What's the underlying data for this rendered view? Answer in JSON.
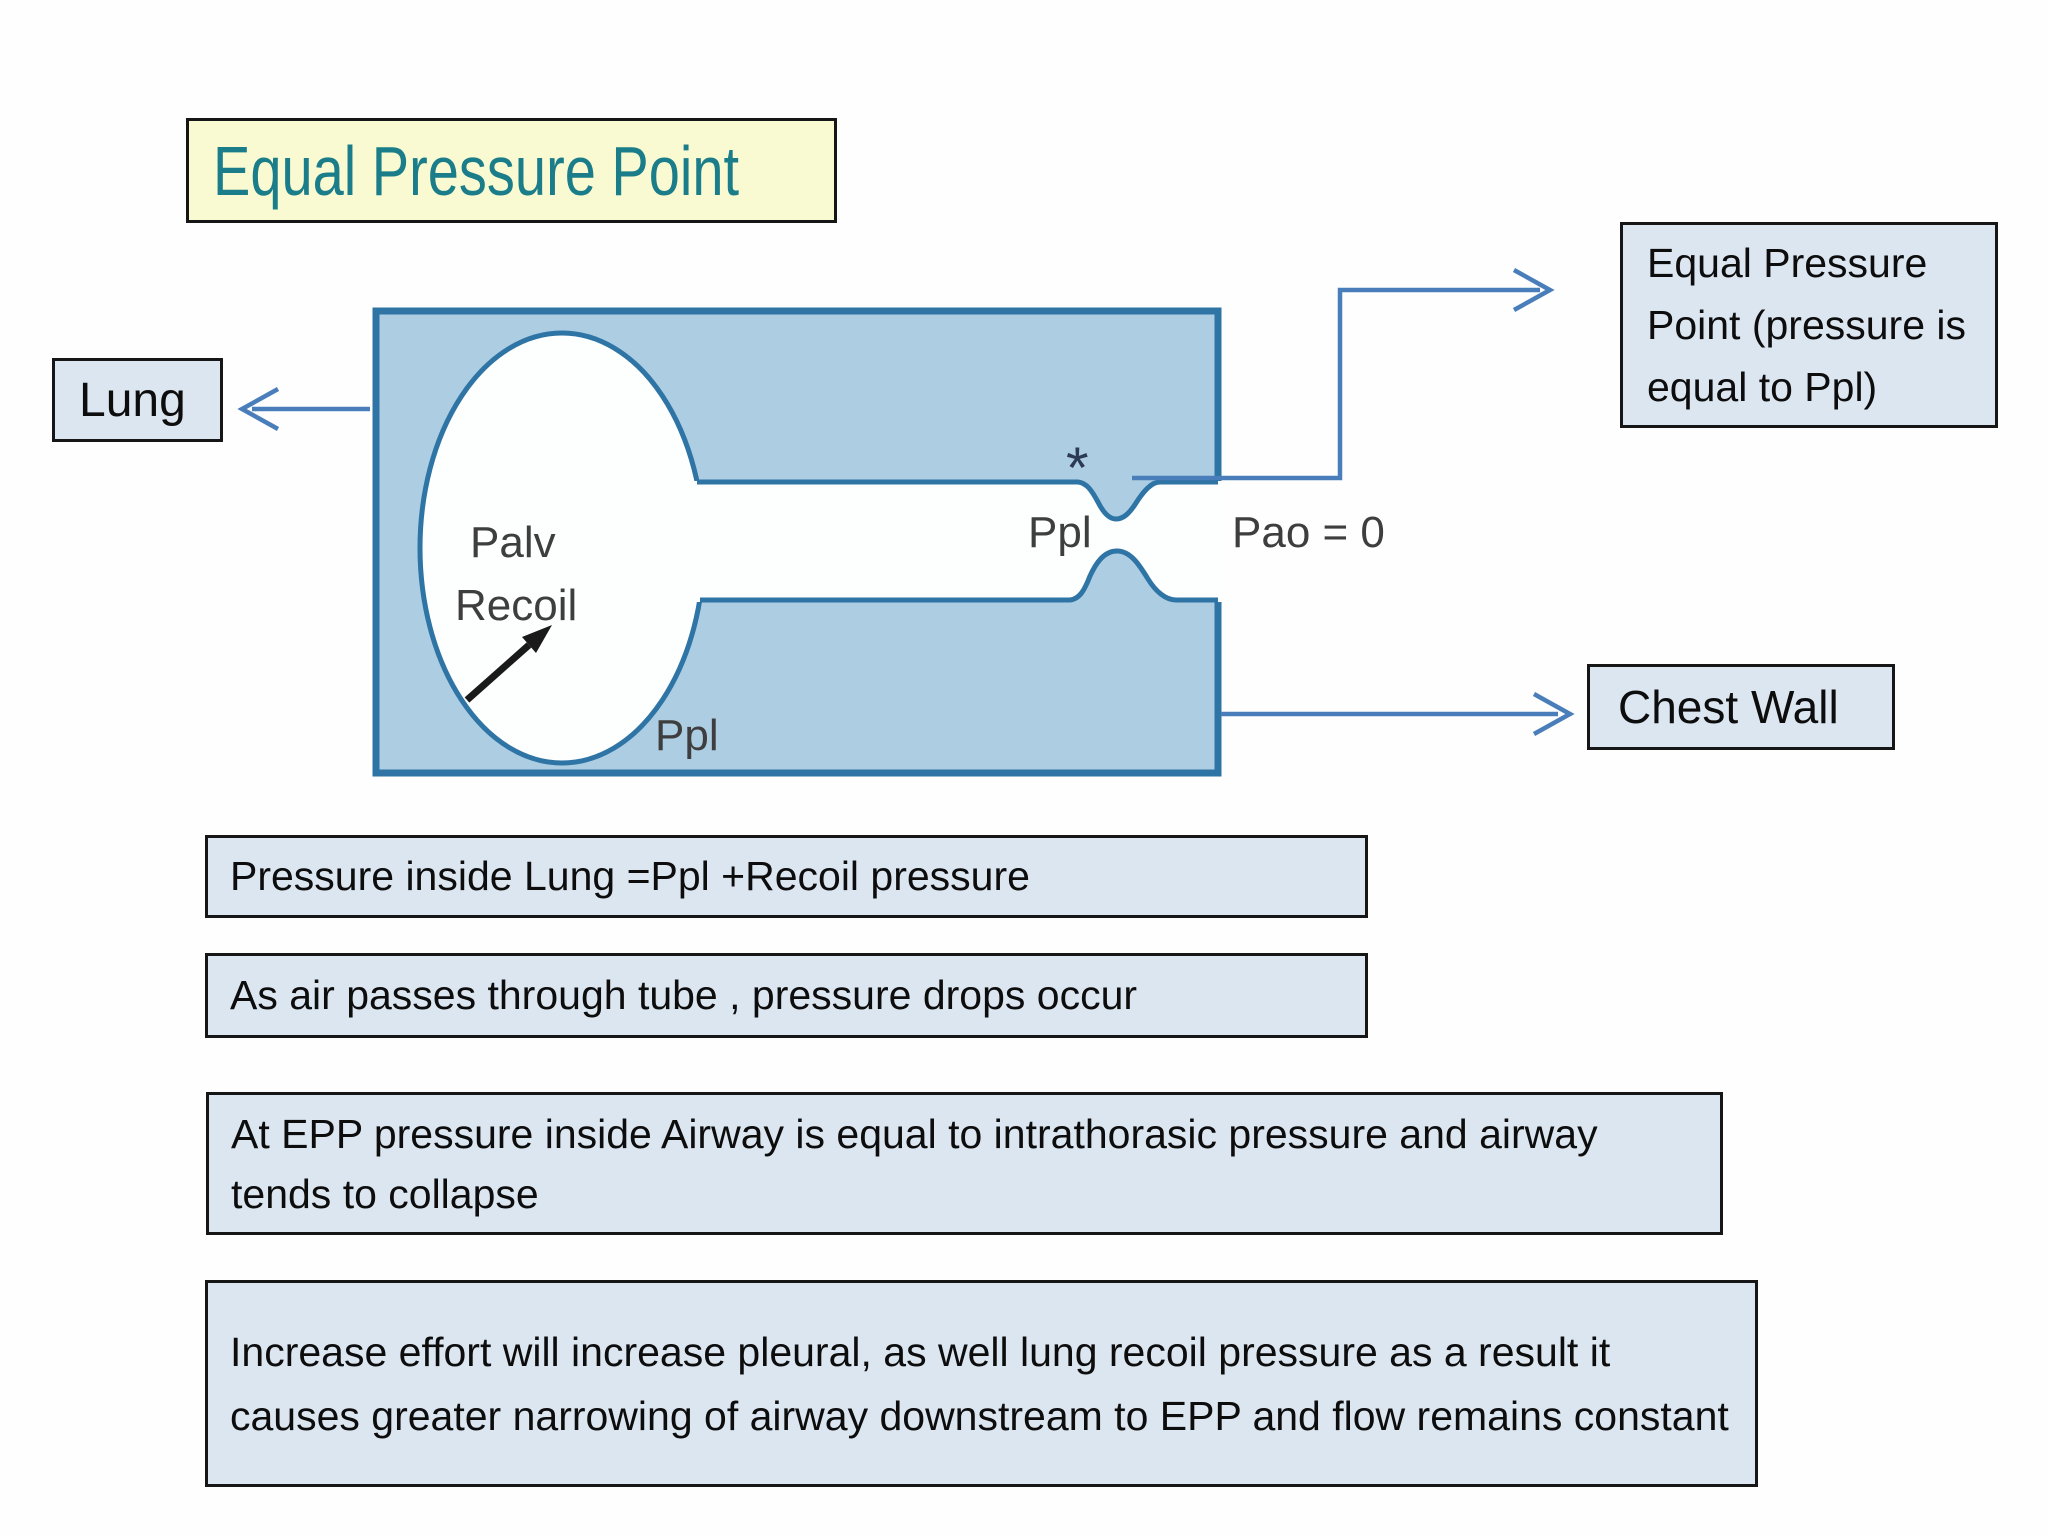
{
  "slide": {
    "title": "Equal Pressure Point"
  },
  "callouts": {
    "lung": "Lung",
    "equal_pressure_point": "Equal Pressure Point (pressure is equal to Ppl)",
    "chest_wall": "Chest Wall"
  },
  "diagram_labels": {
    "palv": "Palv",
    "recoil": "Recoil",
    "ppl_pleural": "Ppl",
    "ppl_airway": "Ppl",
    "pao": "Pao = 0",
    "epp_marker": "*"
  },
  "notes": [
    "Pressure inside Lung =Ppl +Recoil pressure",
    "As air passes through tube , pressure drops occur",
    "At EPP pressure inside Airway is equal to intrathorasic pressure and airway tends to collapse",
    "Increase effort will increase pleural, as well lung recoil pressure as a result it  causes greater narrowing of airway downstream to EPP and flow remains constant"
  ],
  "colors": {
    "title_fill": "#FAFAD2",
    "title_text": "#1A7D89",
    "callout_fill": "#DCE6F1",
    "note_fill": "#DCE6F1",
    "thorax_fill": "#ADCDE2",
    "thorax_stroke": "#2E74A5",
    "connector_blue": "#4A7EBB",
    "recoil_arrow": "#1a1a1a",
    "box_border": "#161616"
  }
}
